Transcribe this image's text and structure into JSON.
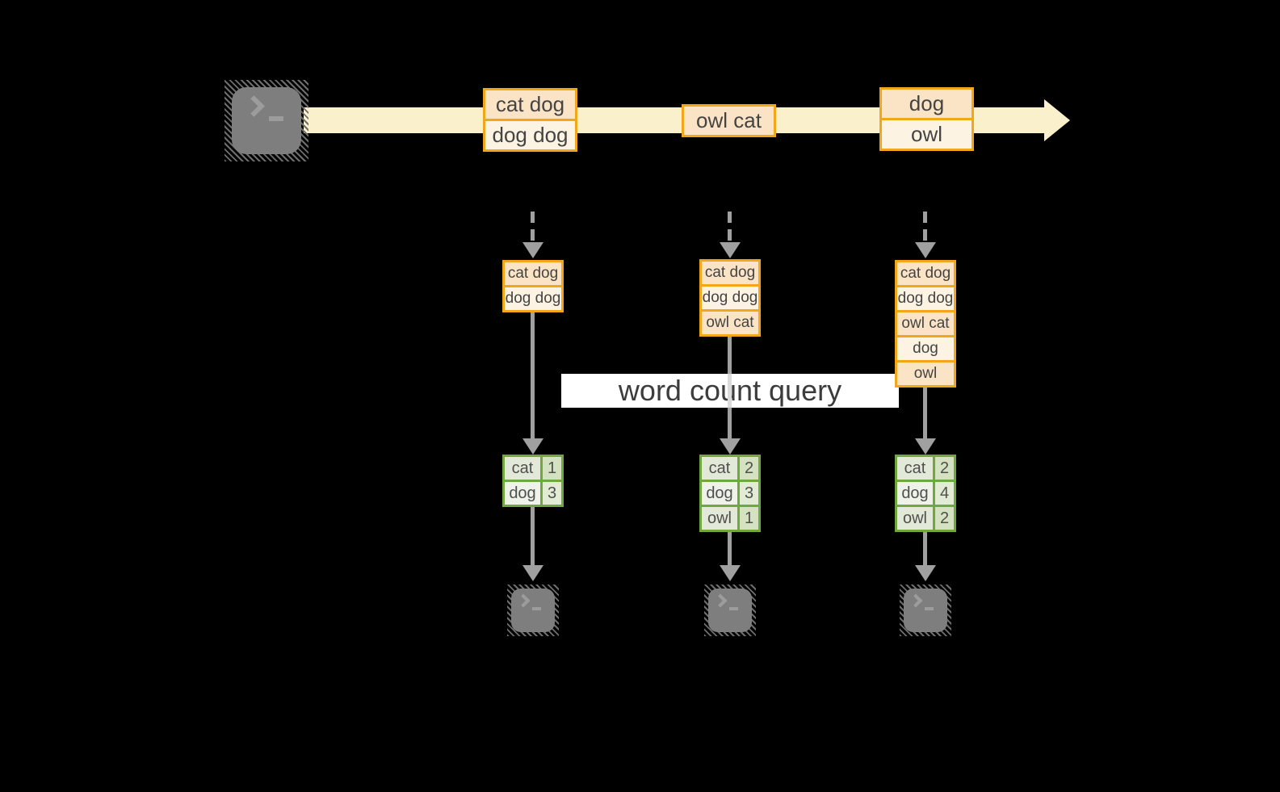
{
  "diagram": {
    "query_label": "word count query",
    "colors": {
      "background": "#000000",
      "stream_band": "#FAF1CC",
      "record_border": "#F2A71B",
      "record_fill_dark": "#FAE4C5",
      "record_fill_light": "#FDF3E3",
      "table_border": "#70A83F",
      "table_fill_word": "#E3E9D8",
      "table_fill_num": "#D5E2C2",
      "arrow_gray": "#A0A0A0",
      "terminal_gray": "#7E7E7E",
      "label_bg": "#FFFFFF"
    },
    "icons": {
      "source": "terminal-icon",
      "sinks": [
        "terminal-icon",
        "terminal-icon",
        "terminal-icon"
      ]
    },
    "stream": {
      "batches": [
        {
          "lines": [
            "cat dog",
            "dog dog"
          ]
        },
        {
          "lines": [
            "owl cat"
          ]
        },
        {
          "lines": [
            "dog",
            "owl"
          ]
        }
      ]
    },
    "columns": [
      {
        "input_records": [
          "cat dog",
          "dog dog"
        ],
        "counts": [
          {
            "word": "cat",
            "count": "1"
          },
          {
            "word": "dog",
            "count": "3"
          }
        ]
      },
      {
        "input_records": [
          "cat dog",
          "dog dog",
          "owl cat"
        ],
        "counts": [
          {
            "word": "cat",
            "count": "2"
          },
          {
            "word": "dog",
            "count": "3"
          },
          {
            "word": "owl",
            "count": "1"
          }
        ]
      },
      {
        "input_records": [
          "cat dog",
          "dog dog",
          "owl cat",
          "dog",
          "owl"
        ],
        "counts": [
          {
            "word": "cat",
            "count": "2"
          },
          {
            "word": "dog",
            "count": "4"
          },
          {
            "word": "owl",
            "count": "2"
          }
        ]
      }
    ]
  }
}
